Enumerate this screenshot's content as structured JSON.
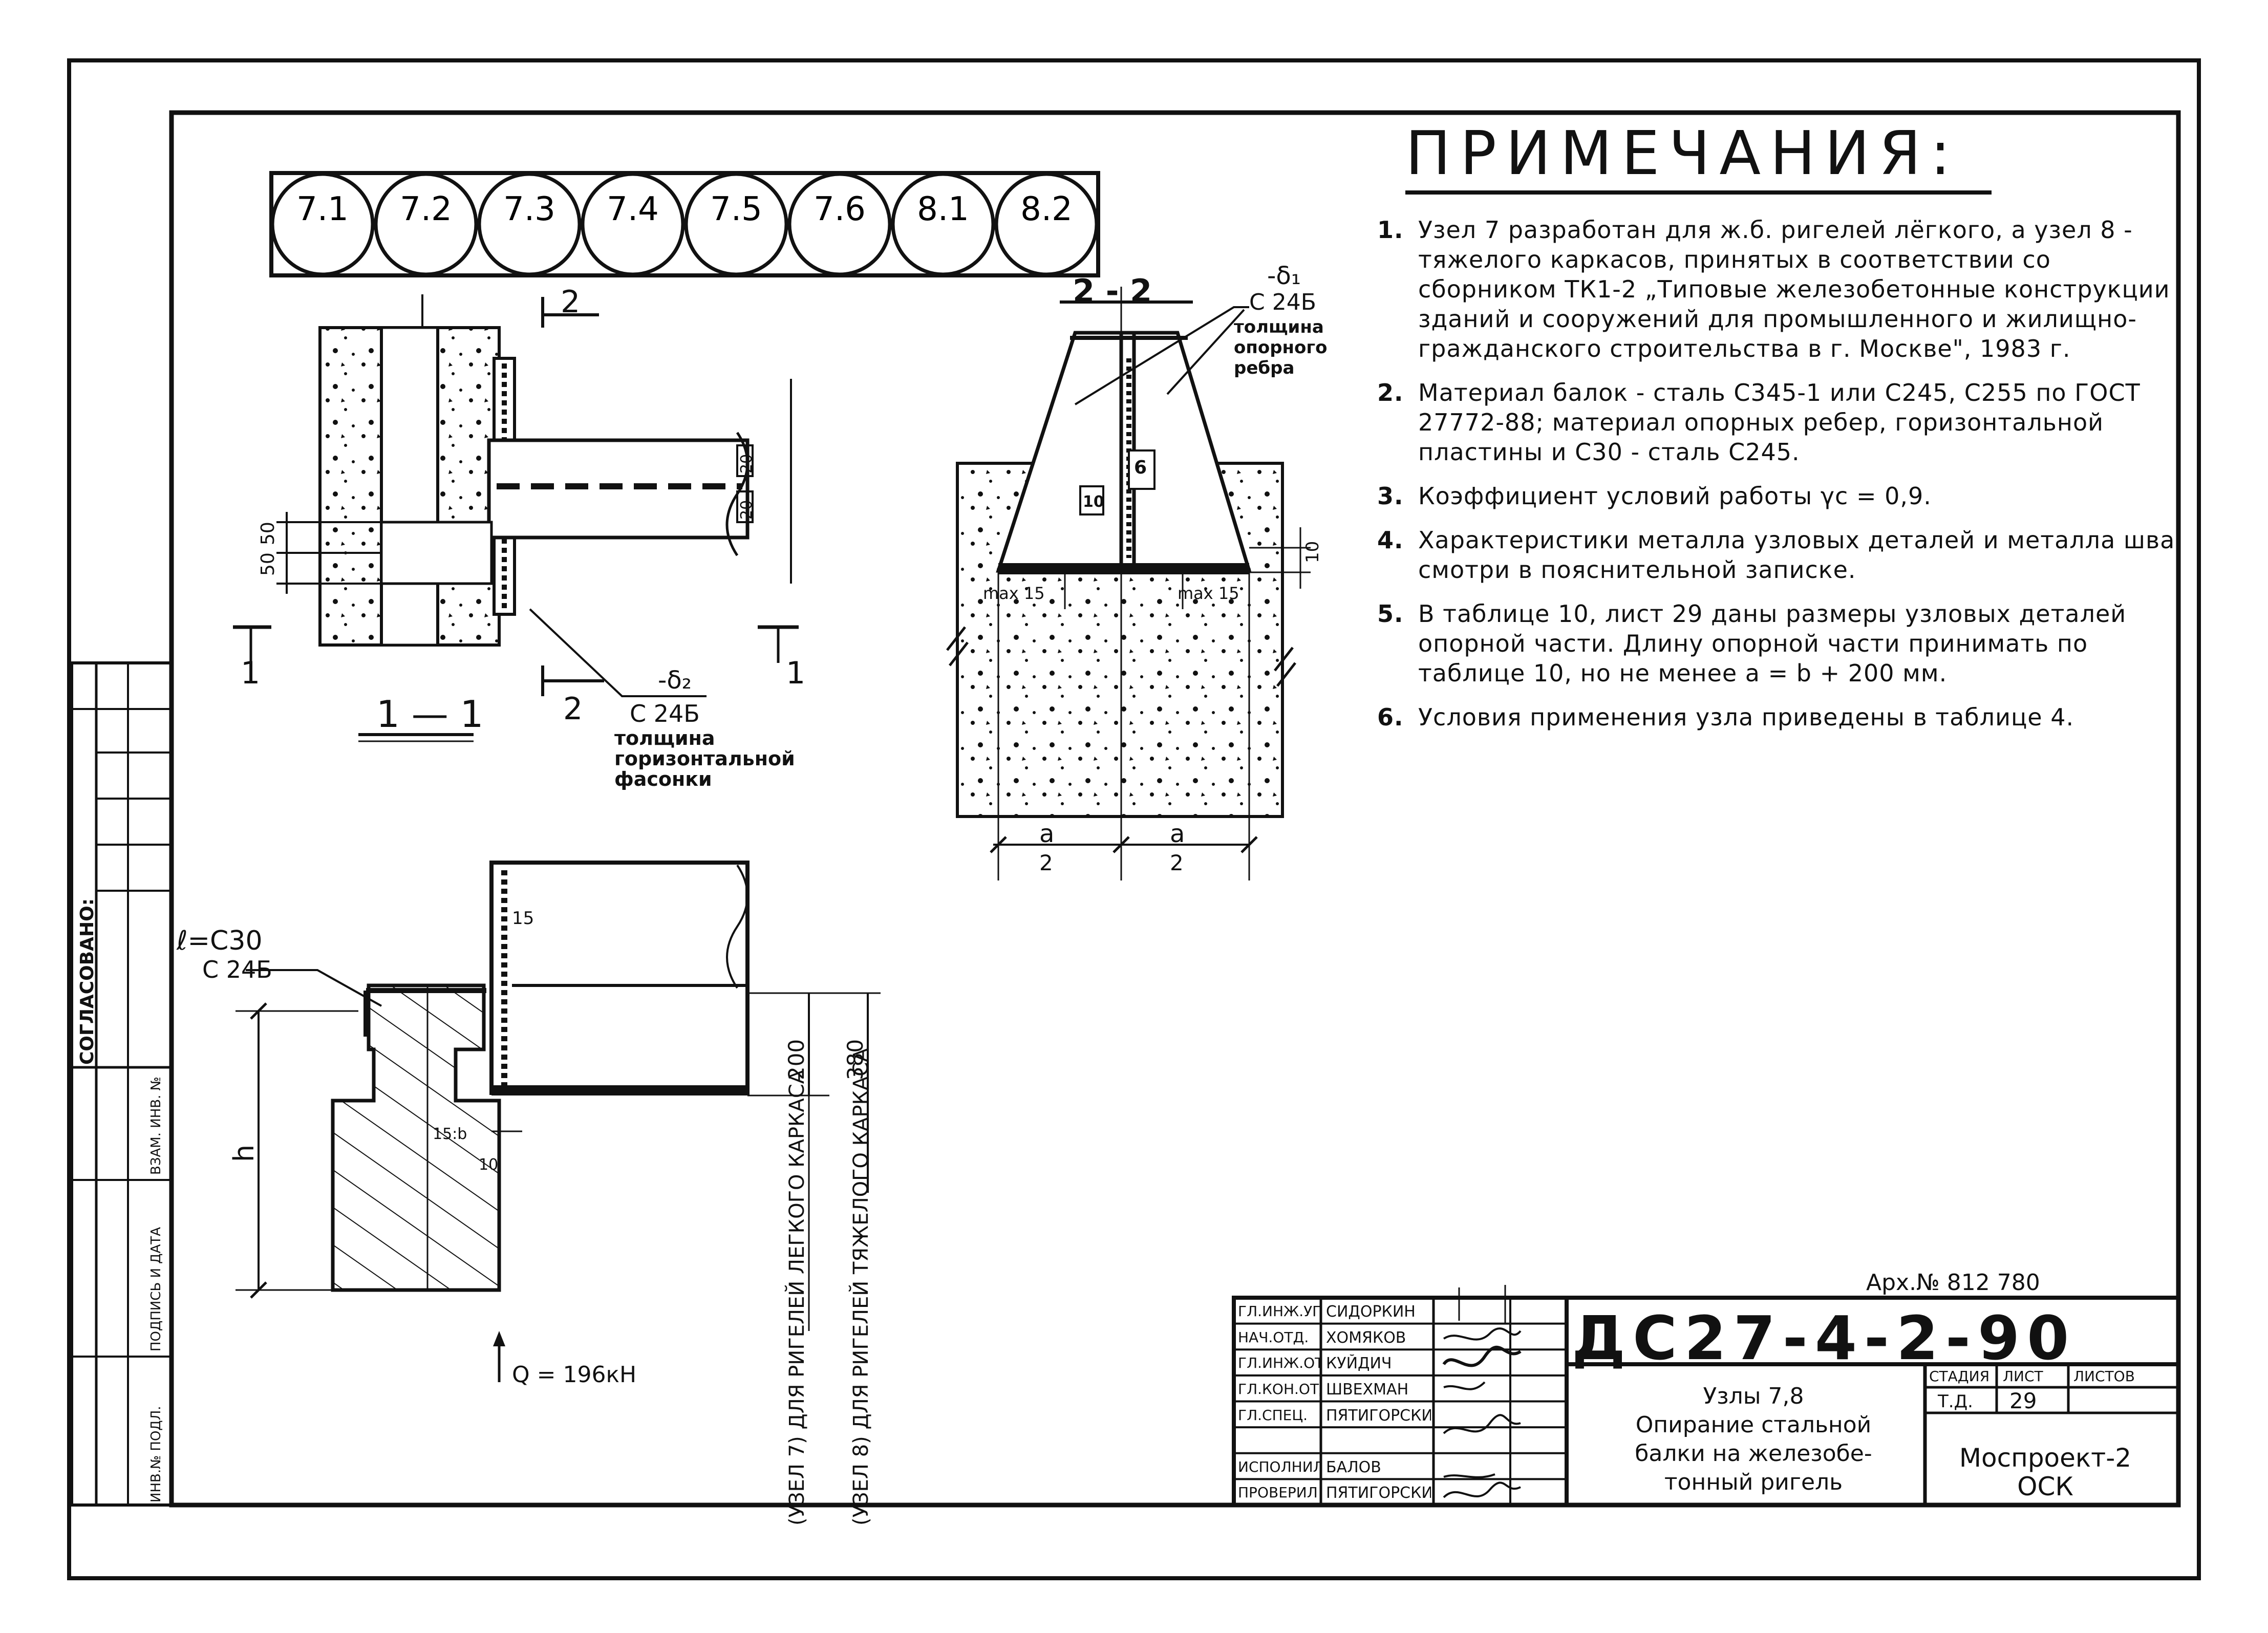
{
  "node_circles": [
    "7.1",
    "7.2",
    "7.3",
    "7.4",
    "7.5",
    "7.6",
    "8.1",
    "8.2"
  ],
  "section_1_1": {
    "cut_marks": [
      "1",
      "1"
    ],
    "section_marks": [
      "2",
      "2"
    ],
    "dims": [
      "50",
      "50",
      "20",
      "20"
    ],
    "title": "1 — 1",
    "plate_label": [
      "-δ₂",
      "C 24Б",
      "толщина",
      "горизонтальной",
      "фасонки"
    ]
  },
  "section_2_2": {
    "title": "2 - 2",
    "rib_label": [
      "-δ₁",
      "C 24Б",
      "толщина",
      "опорного",
      "ребра"
    ],
    "welds": [
      "6",
      "10",
      "10"
    ],
    "max": [
      "max 15",
      "max 15"
    ],
    "half": [
      "a",
      "2",
      "a",
      "2"
    ]
  },
  "detail": {
    "left_labels": [
      "ℓ=C30",
      "C 24Б"
    ],
    "weld": "15",
    "small": [
      "15:b",
      "10"
    ],
    "h": "h",
    "dim_200": "200",
    "dim_380": "380",
    "load": "Q = 196кН",
    "note_7": "(УЗЕЛ 7)  ДЛЯ РИГЕЛЕЙ ЛЕГКОГО КАРКАСА",
    "note_8": "(УЗЕЛ 8)  ДЛЯ РИГЕЛЕЙ ТЯЖЕЛОГО КАРКАСА"
  },
  "notes": {
    "title": "ПРИМЕЧАНИЯ:",
    "items": [
      {
        "num": "1.",
        "text": "Узел 7 разработан для ж.б. ригелей лёгкого, а узел 8 - тяжелого каркасов, принятых в соответствии со сборником ТК1-2 „Типовые железобетонные конструкции зданий и сооружений для промышленного и жилищно-гражданского строительства в г. Москве\", 1983 г."
      },
      {
        "num": "2.",
        "text": "Материал балок - сталь С345-1 или С245, С255 по ГОСТ 27772-88; материал опорных ребер, горизонтальной пластины и С30 - сталь С245."
      },
      {
        "num": "3.",
        "text": "Коэффициент условий работы γc = 0,9."
      },
      {
        "num": "4.",
        "text": "Характеристики металла узловых деталей и металла шва смотри в пояснительной записке."
      },
      {
        "num": "5.",
        "text": "В таблице 10, лист 29 даны размеры узловых деталей опорной части. Длину опорной части принимать по таблице 10, но не менее a = b + 200 мм."
      },
      {
        "num": "6.",
        "text": "Условия применения узла приведены в таблице 4."
      }
    ]
  },
  "archive": "Арх.№ 812 780",
  "title_block": {
    "roles": [
      "ГЛ.ИНЖ.УПР.",
      "НАЧ.ОТД.",
      "ГЛ.ИНЖ.ОТД.",
      "ГЛ.КОН.ОТД.",
      "ГЛ.СПЕЦ.",
      "",
      "ИСПОЛНИЛ",
      "ПРОВЕРИЛ"
    ],
    "names": [
      "СИДОРКИН",
      "ХОМЯКОВ",
      "КУЙДИЧ",
      "ШВЕХМАН",
      "ПЯТИГОРСКИЙ",
      "",
      "БАЛОВ",
      "ПЯТИГОРСКИЙ"
    ],
    "code": "ДС27-4-2-90",
    "title": "Узлы 7,8\nОпирание стальной\nбалки на железобе-\nтонный ригель",
    "hdr_stage": "СТАДИЯ",
    "hdr_sheet": "ЛИСТ",
    "hdr_sheets": "ЛИСТОВ",
    "stage": "Т.Д.",
    "sheet": "29",
    "org": "Моспроект-2\nОСК"
  },
  "side_stamp": {
    "agreed": "СОГЛАСОВАНО:",
    "cols": [
      "ИНВ.№ ПОДЛ.",
      "ПОДПИСЬ И ДАТА",
      "ВЗАМ. ИНВ. №"
    ]
  }
}
